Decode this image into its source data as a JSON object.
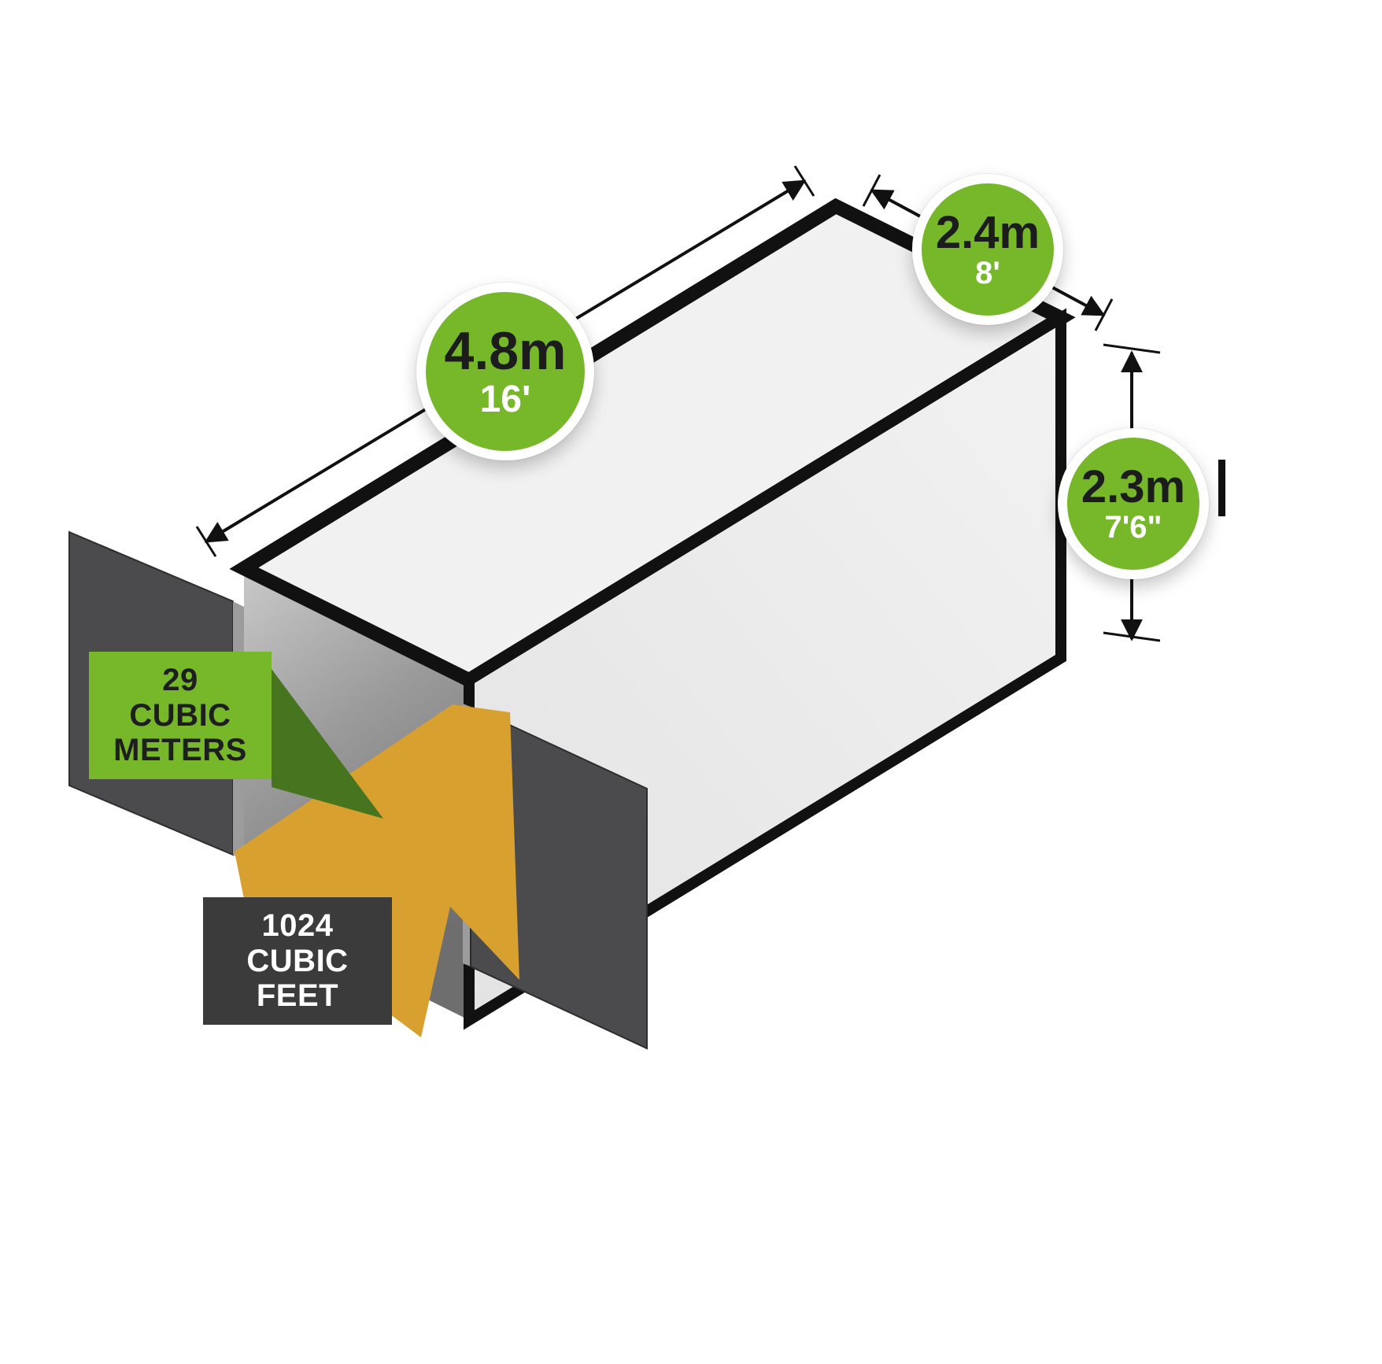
{
  "diagram_title": "storage-container-dimensions",
  "badges": {
    "length": {
      "metric": "4.8m",
      "imperial": "16'"
    },
    "width": {
      "metric": "2.4m",
      "imperial": "8'"
    },
    "height": {
      "metric": "2.3m",
      "imperial": "7'6\""
    }
  },
  "volume": {
    "metric": {
      "value": "29",
      "line2": "CUBIC",
      "line3": "METERS"
    },
    "imperial": {
      "value": "1024",
      "line2": "CUBIC",
      "line3": "FEET"
    }
  },
  "colors": {
    "badge_green": "#76b82a",
    "fold_dark_green": "#47741f",
    "floor_orange": "#d7a02f",
    "door_gray": "#4b4b4d",
    "top_face": "#f1f1f1",
    "side_face": "#ececec",
    "dark_box": "#3b3b3b",
    "outline_black": "#111111"
  }
}
